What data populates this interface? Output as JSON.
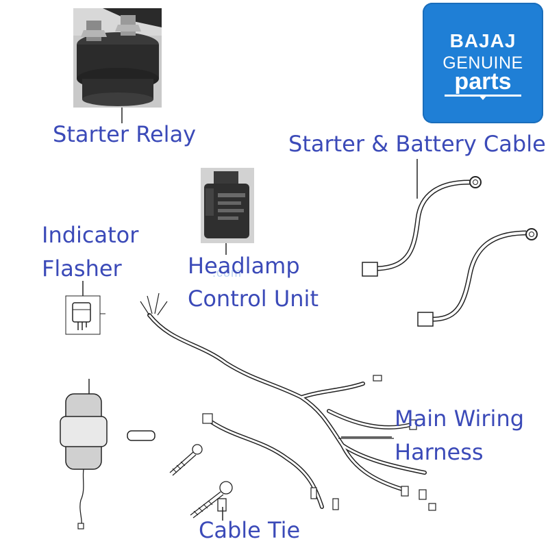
{
  "logo": {
    "brand": "BAJAJ",
    "line2": "GENUINE",
    "line3": "parts",
    "color": "#1f7fd6"
  },
  "labels": {
    "starter_relay": "Starter Relay",
    "starter_battery_cable": "Starter & Battery Cable",
    "indicator_flasher_line1": "Indicator",
    "indicator_flasher_line2": "Flasher",
    "headlamp_line1": "Headlamp",
    "headlamp_line2": "Control Unit",
    "main_wiring_line1": "Main Wiring",
    "main_wiring_line2": "Harness",
    "cable_tie": "Cable Tie"
  },
  "watermark": ".com",
  "label_color": "#3b4ab8"
}
